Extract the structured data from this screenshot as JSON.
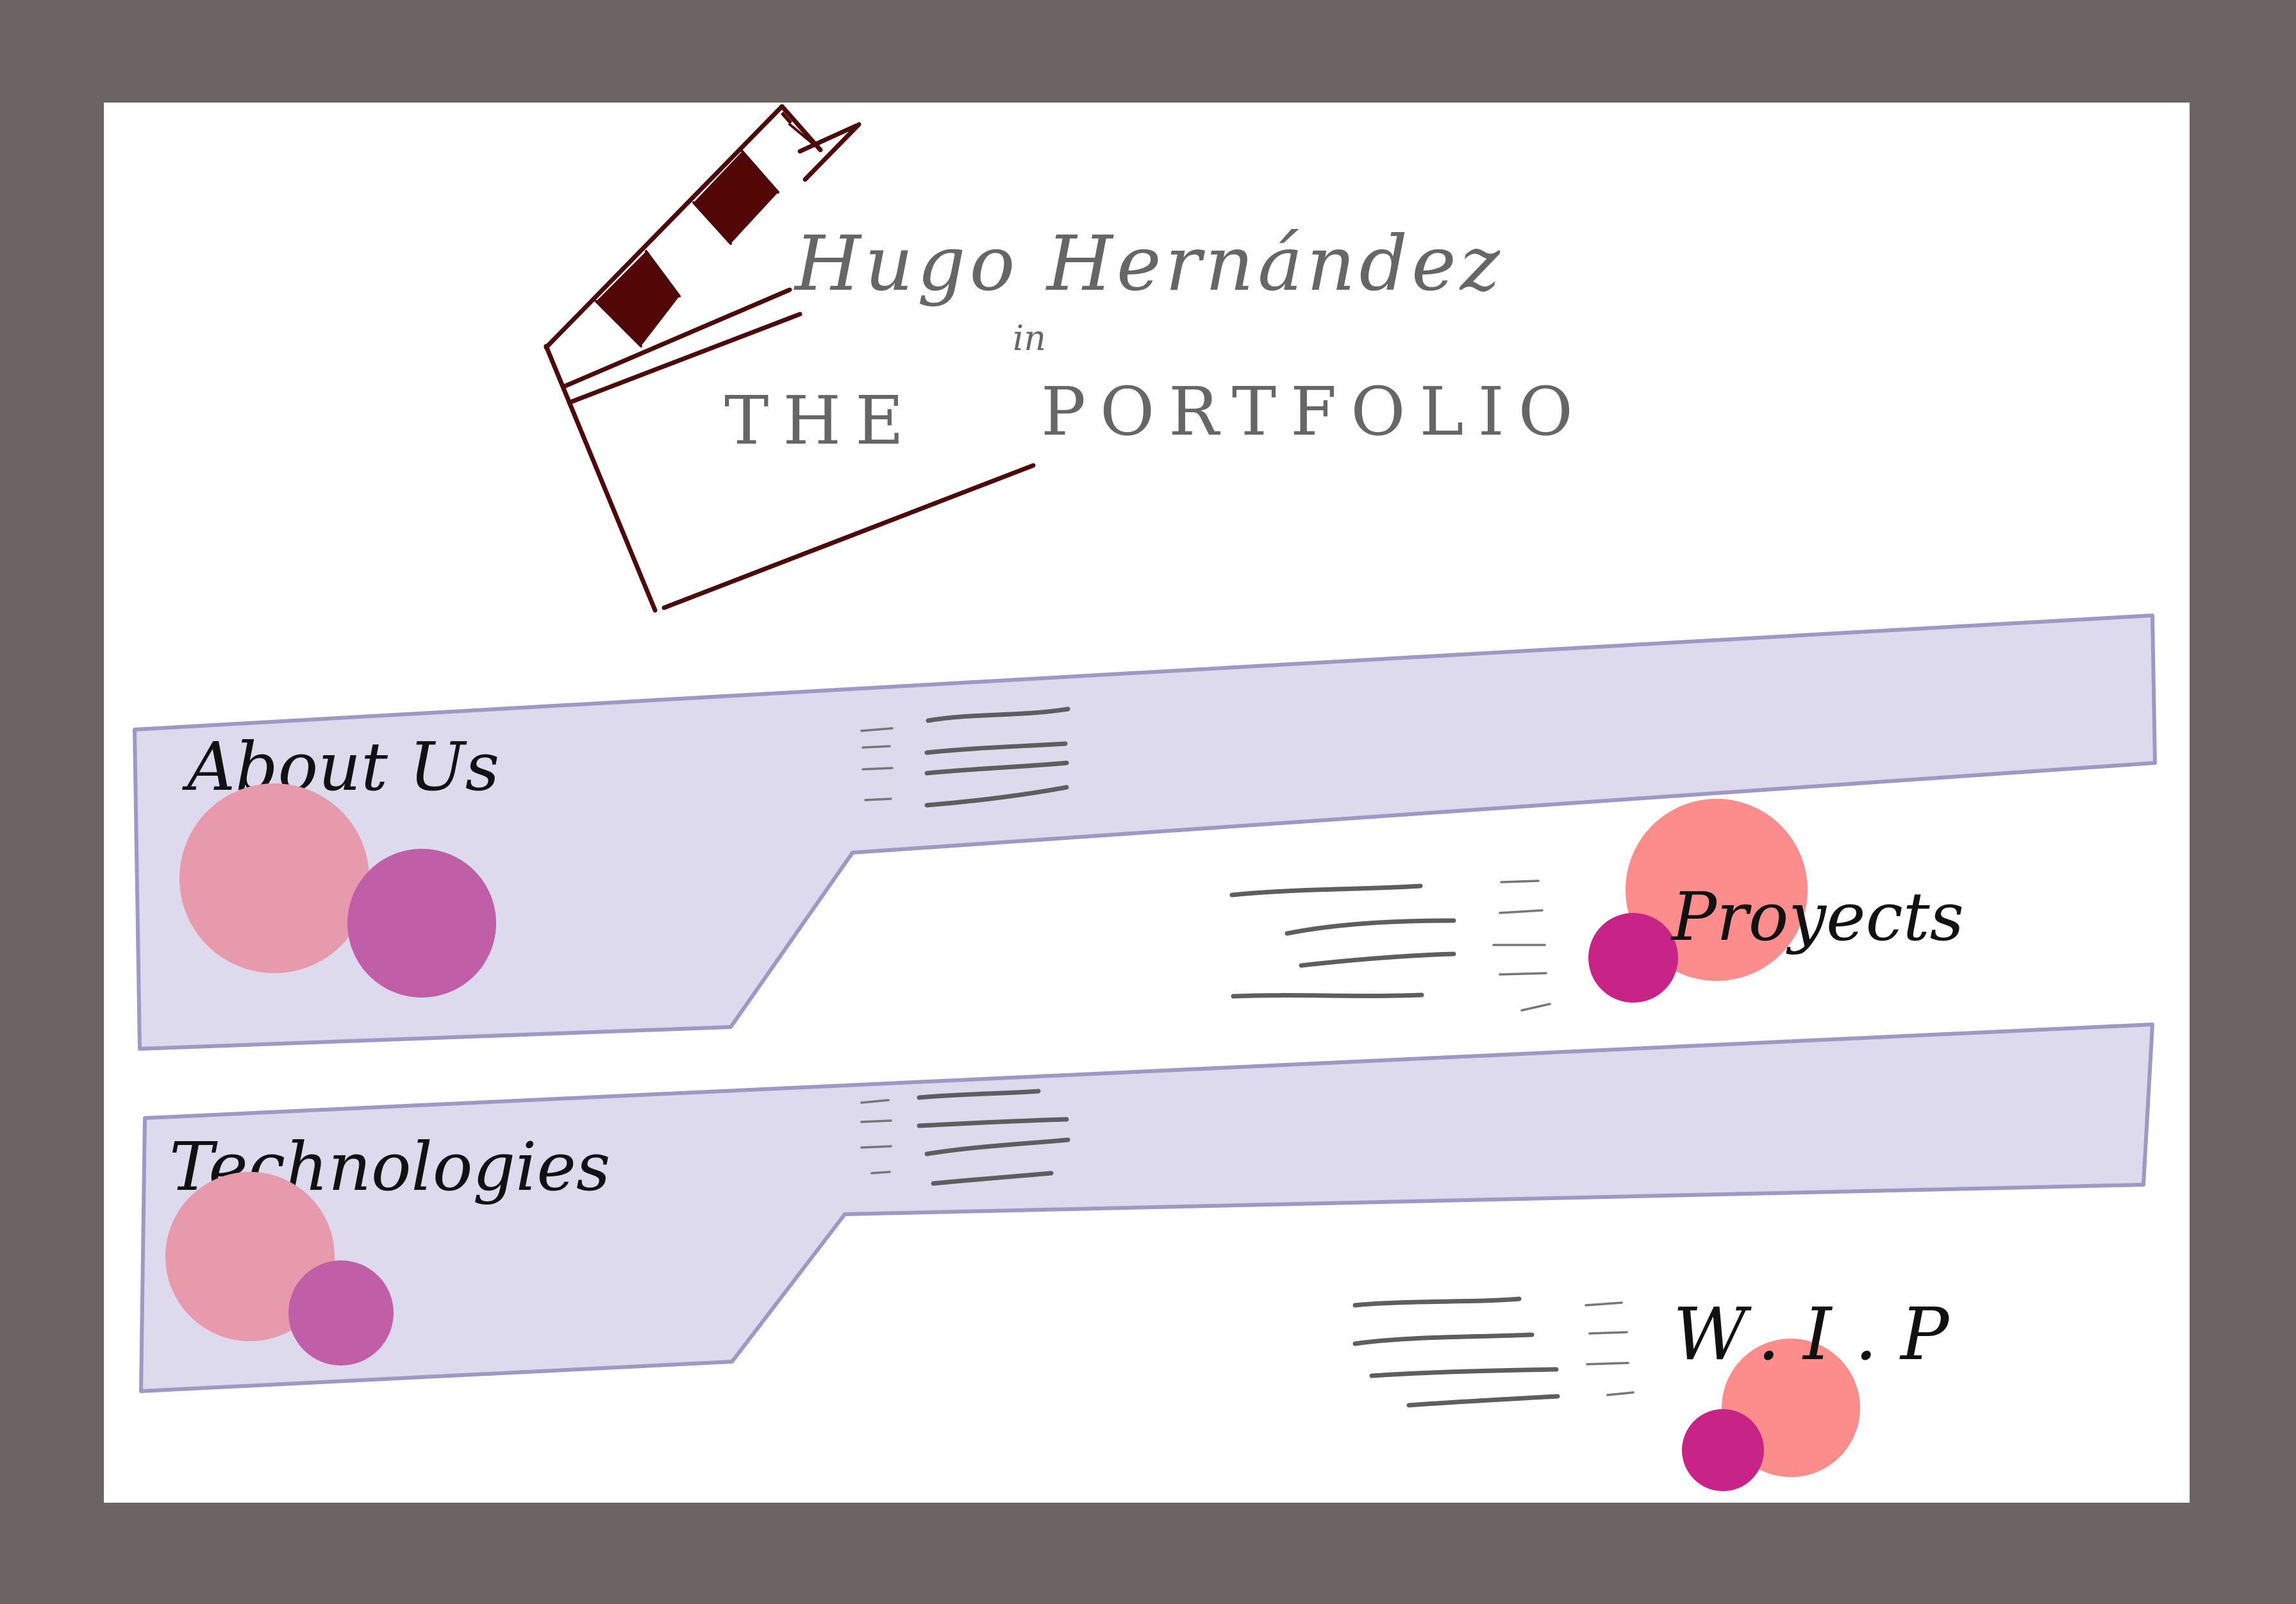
{
  "page": {
    "colors": {
      "frame": "#6c6463",
      "canvas": "#ffffff",
      "band_fill": "#dcdaec",
      "band_stroke": "#9d98c4",
      "clapper": "#520606",
      "ink_gray": "#666666",
      "ink_black": "#111111",
      "bubble_light_pink": "#e79aac",
      "bubble_purple": "#c05ea8",
      "bubble_salmon": "#fd8c8d",
      "bubble_magenta": "#c82387"
    }
  },
  "header": {
    "name": "Hugo Hernández",
    "connector": "in",
    "the": "THE",
    "portfolio": "PORTFOLIO",
    "icon": "clapperboard-icon"
  },
  "sections": {
    "about": {
      "label": "About Us",
      "icon": "menu-lines-icon"
    },
    "projects": {
      "label": "Proyects",
      "icon": "menu-lines-icon"
    },
    "technologies": {
      "label": "Technologies",
      "icon": "menu-lines-icon"
    },
    "wip": {
      "label": "W.I.P",
      "icon": "menu-lines-icon"
    }
  }
}
